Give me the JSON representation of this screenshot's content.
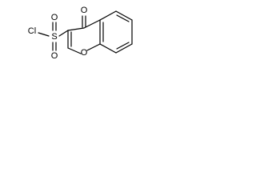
{
  "molecule": {
    "atoms": {
      "carbonyl_oxygen": "O",
      "ring_oxygen": "O",
      "sulfur": "S",
      "sulfonyl_oxygen_top": "O",
      "sulfonyl_oxygen_bottom": "O",
      "chlorine": "Cl"
    }
  },
  "colors": {
    "bond": "#000000",
    "label": "#000000",
    "background": "#ffffff"
  }
}
